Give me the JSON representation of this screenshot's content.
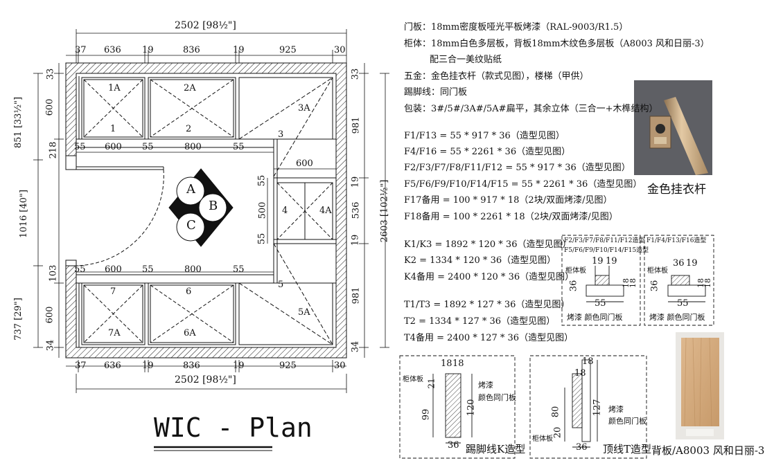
{
  "plan": {
    "title": "WIC - Plan",
    "overall_width_top": "2502 [98½\"]",
    "overall_width_bottom": "2502 [98½\"]",
    "overall_height_right": "2603 [102½\"]",
    "top_segments": [
      "37",
      "636",
      "19",
      "836",
      "19",
      "925",
      "30"
    ],
    "bottom_segments": [
      "37",
      "636",
      "19",
      "836",
      "19",
      "925",
      "30"
    ],
    "left_outer": [
      "851 [33½\"]",
      "1016 [40\"]",
      "737 [29\"]"
    ],
    "left_inner": [
      "33",
      "600",
      "218",
      "103",
      "600",
      "34"
    ],
    "right_segments": [
      "33",
      "981",
      "19",
      "536",
      "19",
      "981",
      "34"
    ],
    "inner_dims": [
      "55",
      "600",
      "55",
      "800",
      "55",
      "600",
      "55",
      "500",
      "55",
      "55",
      "600",
      "55",
      "800",
      "55"
    ],
    "cabinet_labels": [
      "1A",
      "1",
      "2A",
      "2",
      "3A",
      "3",
      "4",
      "4A",
      "5",
      "5A",
      "7",
      "7A",
      "6",
      "6A"
    ],
    "markers": [
      "A",
      "B",
      "C"
    ]
  },
  "notes": {
    "lines": [
      "门板：18mm密度板哑光平板烤漆（RAL-9003/R1.5）",
      "柜体：18mm白色多层板，背板18mm木纹色多层板（A8003 风和日丽-3）",
      "配三合一美纹贴纸",
      "五金：金色挂衣杆（款式见图），楼梯（甲供）",
      "踢脚线：同门板",
      "包装：3#/5#/3A#/5A#扁平，其余立体（三合一+木榫结构）"
    ],
    "f_lines": [
      "F1/F13 = 55 * 917 * 36（造型见图）",
      "F4/F16 = 55 * 2261 * 36（造型见图）",
      "F2/F3/F7/F8/F11/F12 = 55 * 917 * 36（造型见图）",
      "F5/F6/F9/F10/F14/F15 = 55 * 2261 * 36（造型见图）",
      "F17备用 = 100 * 917 * 18（2块/双面烤漆/见图）",
      "F18备用 = 100 * 2261 * 18（2块/双面烤漆/见图）"
    ],
    "k_lines": [
      "K1/K3 = 1892 * 120 * 36（造型见图）",
      "K2 = 1334 * 120 * 36（造型见图）",
      "K4备用 = 2400 * 120 * 36（造型见图）"
    ],
    "t_lines": [
      "T1/T3 = 1892 * 127 * 36（造型见图）",
      "T2 = 1334 * 127 * 36（造型见图）",
      "T4备用 = 2400 * 127 * 36（造型见图）"
    ]
  },
  "details": {
    "f1": {
      "title1": "F2/F3/F7/F8/F11/F12造型",
      "title2": "F5/F6/F9/F10/F14/F15造型",
      "body_label": "柜体板",
      "dims": [
        "19",
        "19",
        "36",
        "18",
        "18",
        "55"
      ],
      "bottom": "烤漆 颜色同门板"
    },
    "f2": {
      "title": "F1/F4/F13/F16造型",
      "body_label": "柜体板",
      "dims": [
        "36",
        "19",
        "36",
        "18",
        "18",
        "55"
      ],
      "bottom": "烤漆 颜色同门板"
    },
    "k": {
      "body_label": "柜体板",
      "dims": [
        "18",
        "18",
        "21",
        "99",
        "120",
        "36"
      ],
      "paint": "烤漆",
      "paint2": "颜色同门板",
      "caption": "踢脚线K造型"
    },
    "t": {
      "body_label": "柜体板",
      "dims": [
        "18",
        "18",
        "80",
        "20",
        "127",
        "36"
      ],
      "paint": "烤漆",
      "paint2": "颜色同门板",
      "caption": "顶线T造型"
    }
  },
  "photos": {
    "rod_caption": "金色挂衣杆",
    "panel_caption": "背板/A8003 风和日丽-3"
  },
  "colors": {
    "line": "#111111",
    "gold": "#c9a878",
    "wood": "#d2a87a"
  }
}
